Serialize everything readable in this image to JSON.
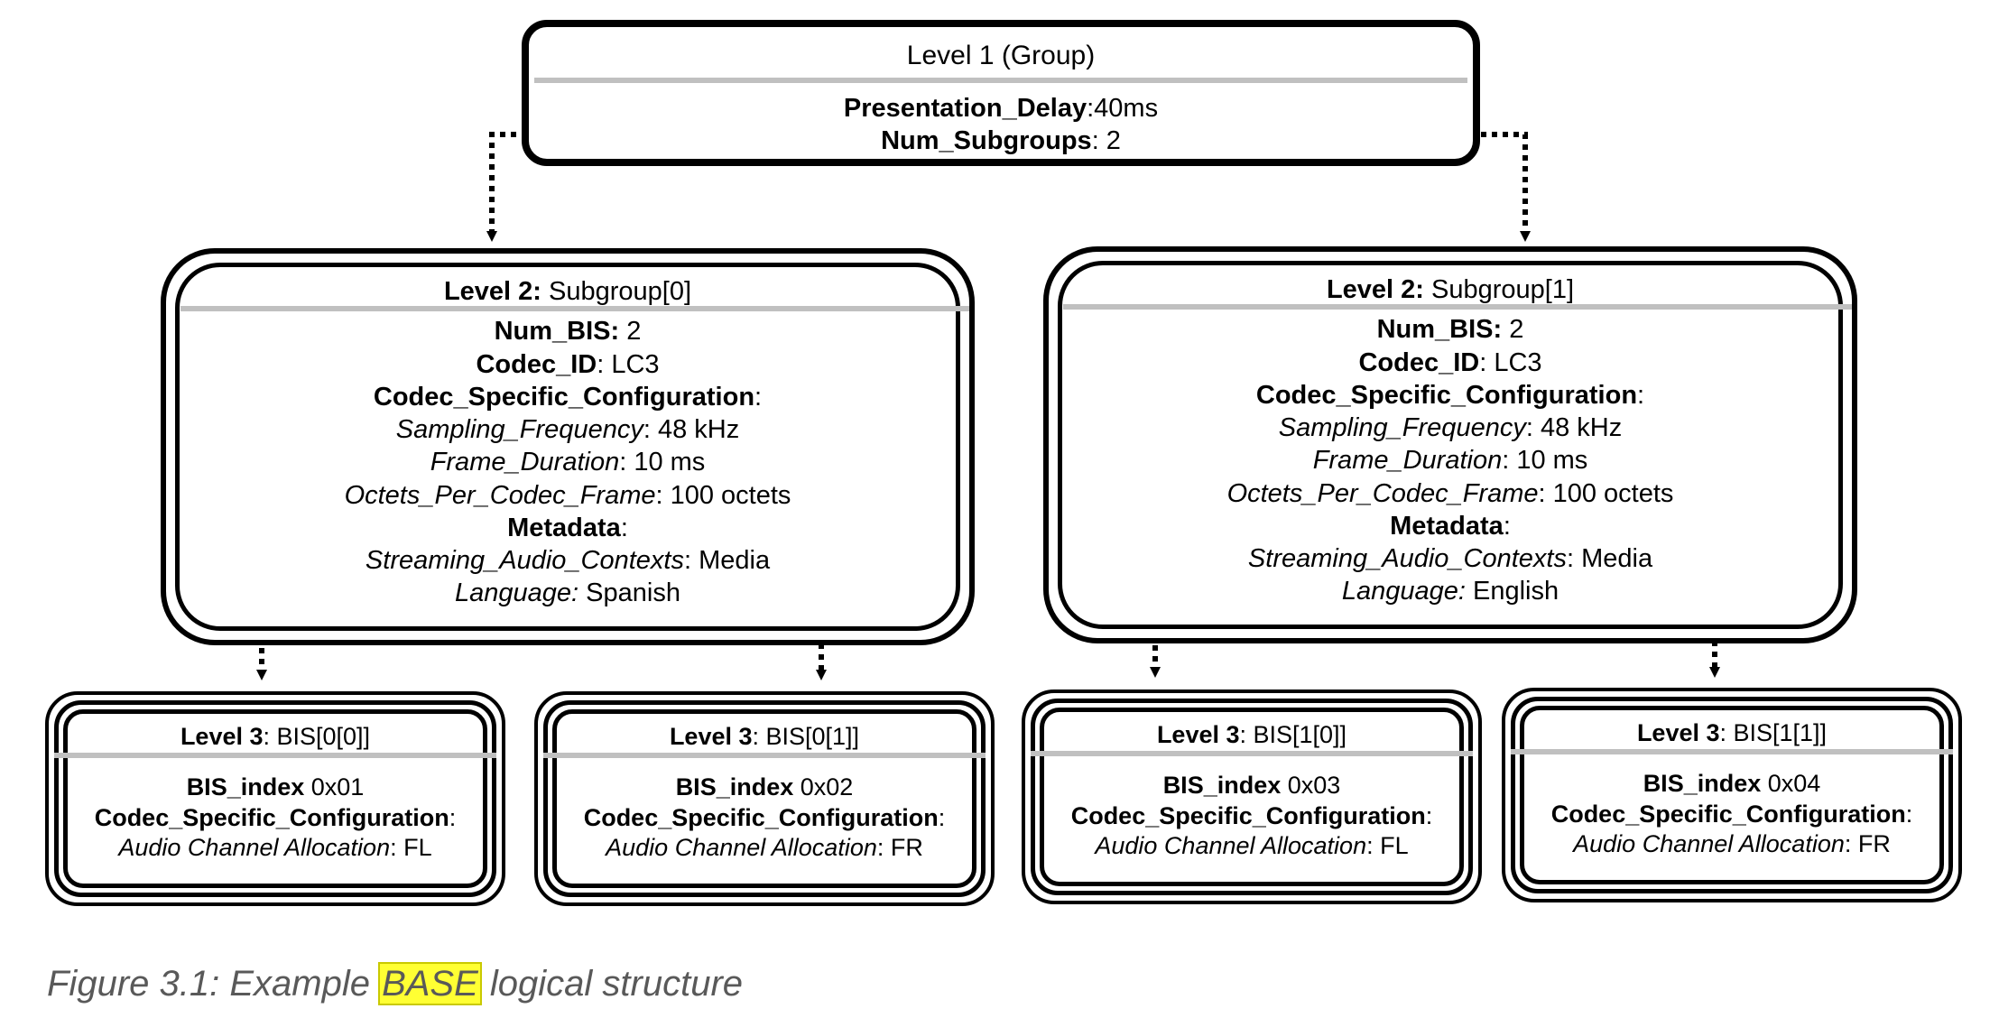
{
  "level1": {
    "title": "Level 1 (Group)",
    "presentation_delay_key": "Presentation_Delay",
    "presentation_delay_val": ":40ms",
    "num_subgroups_key": "Num_Subgroups",
    "num_subgroups_val": ": 2"
  },
  "subgroups": [
    {
      "title_key": "Level 2:",
      "title_val": " Subgroup[0]",
      "num_bis_key": "Num_BIS:",
      "num_bis_val": " 2",
      "codec_id_key": "Codec_ID",
      "codec_id_val": ": LC3",
      "codec_cfg_key": "Codec_Specific_Configuration",
      "codec_cfg_colon": ":",
      "sampling_key": "Sampling_Frequency",
      "sampling_val": ": 48 kHz",
      "frame_key": "Frame_Duration",
      "frame_val": ": 10 ms",
      "octets_key": "Octets_Per_Codec_Frame",
      "octets_val": ": 100 octets",
      "metadata_key": "Metadata",
      "metadata_colon": ":",
      "contexts_key": "Streaming_Audio_Contexts",
      "contexts_val": ": Media",
      "language_key": "Language:",
      "language_val": " Spanish"
    },
    {
      "title_key": "Level 2:",
      "title_val": " Subgroup[1]",
      "num_bis_key": "Num_BIS:",
      "num_bis_val": " 2",
      "codec_id_key": "Codec_ID",
      "codec_id_val": ": LC3",
      "codec_cfg_key": "Codec_Specific_Configuration",
      "codec_cfg_colon": ":",
      "sampling_key": "Sampling_Frequency",
      "sampling_val": ": 48 kHz",
      "frame_key": "Frame_Duration",
      "frame_val": ": 10 ms",
      "octets_key": "Octets_Per_Codec_Frame",
      "octets_val": ": 100 octets",
      "metadata_key": "Metadata",
      "metadata_colon": ":",
      "contexts_key": "Streaming_Audio_Contexts",
      "contexts_val": ": Media",
      "language_key": "Language:",
      "language_val": " English"
    }
  ],
  "bis": [
    {
      "title_key": "Level 3",
      "title_val": ": BIS[0[0]]",
      "index_key": "BIS_index",
      "index_val": " 0x01",
      "cfg_key": "Codec_Specific_Configuration",
      "cfg_colon": ":",
      "alloc_key": "Audio Channel Allocation",
      "alloc_val": ": FL"
    },
    {
      "title_key": "Level 3",
      "title_val": ": BIS[0[1]]",
      "index_key": "BIS_index",
      "index_val": " 0x02",
      "cfg_key": "Codec_Specific_Configuration",
      "cfg_colon": ":",
      "alloc_key": "Audio Channel Allocation",
      "alloc_val": ": FR"
    },
    {
      "title_key": "Level 3",
      "title_val": ": BIS[1[0]]",
      "index_key": "BIS_index",
      "index_val": " 0x03",
      "cfg_key": "Codec_Specific_Configuration",
      "cfg_colon": ":",
      "alloc_key": "Audio Channel Allocation",
      "alloc_val": ": FL"
    },
    {
      "title_key": "Level 3",
      "title_val": ": BIS[1[1]]",
      "index_key": "BIS_index",
      "index_val": " 0x04",
      "cfg_key": "Codec_Specific_Configuration",
      "cfg_colon": ":",
      "alloc_key": "Audio Channel Allocation",
      "alloc_val": ": FR"
    }
  ],
  "caption": {
    "prefix": "Figure 3.1: Example ",
    "highlight": "BASE",
    "suffix": " logical structure",
    "highlight_color": "#ffff33"
  }
}
